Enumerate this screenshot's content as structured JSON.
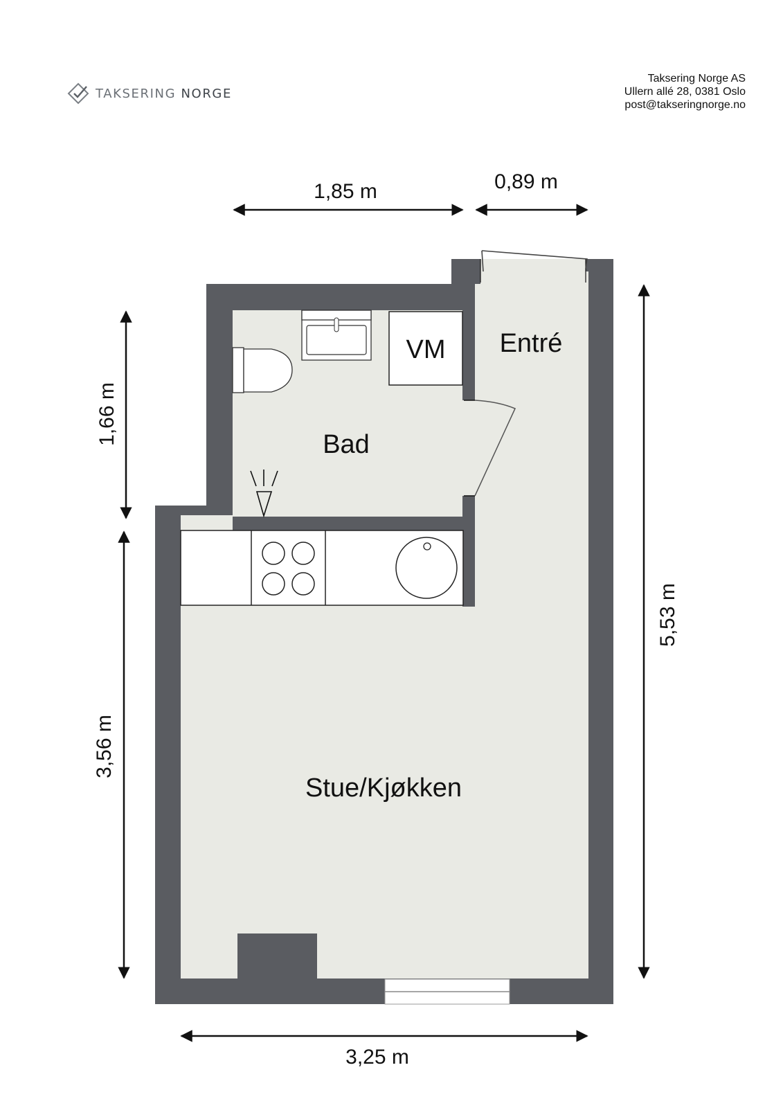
{
  "brand": {
    "logo_word1": "TAKSERING",
    "logo_word2": "NORGE",
    "logo_icon": "checkmark-diamond-icon"
  },
  "company": {
    "name": "Taksering Norge AS",
    "address": "Ullern allé 28, 0381 Oslo",
    "email": "post@takseringnorge.no"
  },
  "rooms": {
    "bad": "Bad",
    "entre": "Entré",
    "stue": "Stue/Kjøkken",
    "vm": "VM"
  },
  "dimensions": {
    "top_bad": "1,85 m",
    "top_entre": "0,89 m",
    "left_bad": "1,66 m",
    "left_stue": "3,56 m",
    "right_total": "5,53 m",
    "bottom_total": "3,25 m"
  },
  "colors": {
    "wall": "#5a5c61",
    "floor": "#e9eae4",
    "line": "#111111"
  }
}
